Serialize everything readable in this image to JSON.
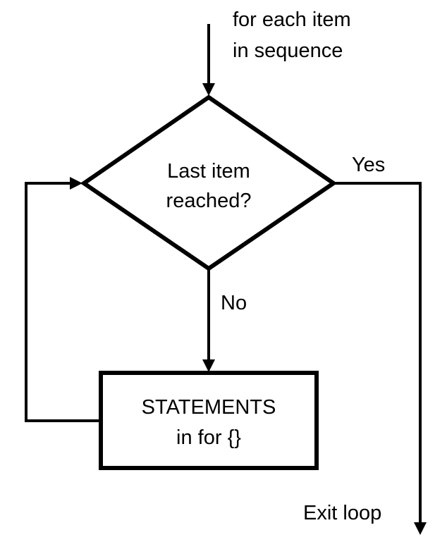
{
  "entry_label": [
    "for each item",
    "in sequence"
  ],
  "decision": {
    "text": [
      "Last item",
      "reached?"
    ],
    "yes_label": "Yes",
    "no_label": "No"
  },
  "process": {
    "text": [
      "STATEMENTS",
      "in for {}"
    ]
  },
  "exit_label": "Exit loop"
}
